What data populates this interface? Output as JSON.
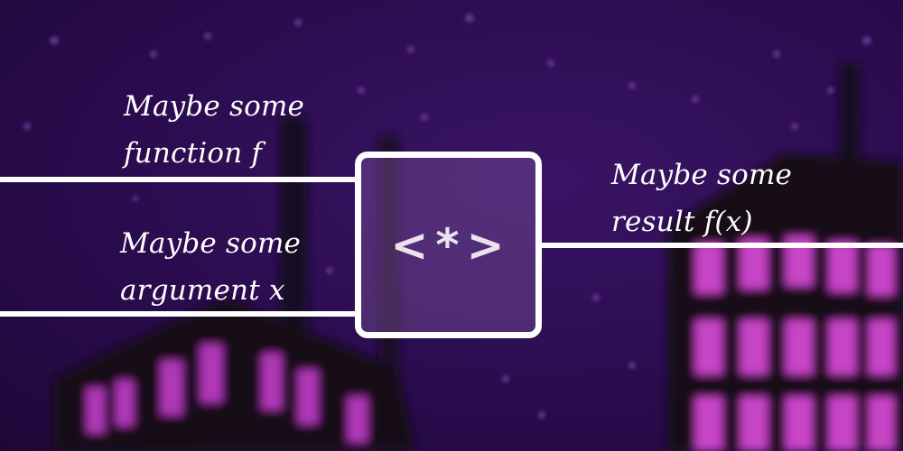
{
  "diagram": {
    "inputs": [
      {
        "line1": "Maybe some",
        "line2": "function f"
      },
      {
        "line1": "Maybe some",
        "line2": "argument x"
      }
    ],
    "output": {
      "line1": "Maybe some",
      "line2": "result f(x)"
    },
    "operator": "<*>"
  },
  "colors": {
    "background": "#2a0c4e",
    "windows": "#c040c0",
    "buildings": "#120818",
    "lines": "#ffffff"
  }
}
